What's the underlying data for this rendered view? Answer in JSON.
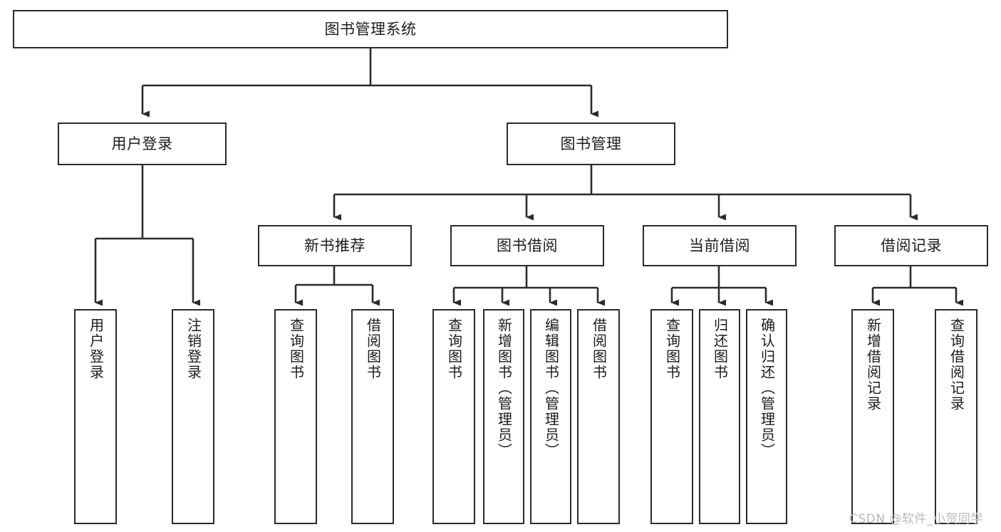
{
  "diagram": {
    "type": "tree-hierarchy",
    "title": "图书管理系统",
    "colors": {
      "box_border": "#2b2b2b",
      "box_fill": "#ffffff",
      "connector": "#2b2b2b",
      "text": "#1c1c1c",
      "watermark": "#b9b9b9",
      "background": "#ffffff"
    },
    "root": {
      "label": "图书管理系统"
    },
    "level2": [
      {
        "label": "用户登录"
      },
      {
        "label": "图书管理"
      }
    ],
    "level3": [
      {
        "label": "新书推荐"
      },
      {
        "label": "图书借阅"
      },
      {
        "label": "当前借阅"
      },
      {
        "label": "借阅记录"
      }
    ],
    "leaves": {
      "user_login": [
        {
          "label": "用户登录"
        },
        {
          "label": "注销登录"
        }
      ],
      "new_book_recommend": [
        {
          "label": "查询图书"
        },
        {
          "label": "借阅图书"
        }
      ],
      "book_borrow": [
        {
          "label": "查询图书"
        },
        {
          "label": "新增图书（管理员）"
        },
        {
          "label": "编辑图书（管理员）"
        },
        {
          "label": "借阅图书"
        }
      ],
      "current_borrow": [
        {
          "label": "查询图书"
        },
        {
          "label": "归还图书"
        },
        {
          "label": "确认归还（管理员）"
        }
      ],
      "borrow_record": [
        {
          "label": "新增借阅记录"
        },
        {
          "label": "查询借阅记录"
        }
      ]
    }
  },
  "watermark": {
    "text": "CSDN @软件_小贺同学"
  }
}
